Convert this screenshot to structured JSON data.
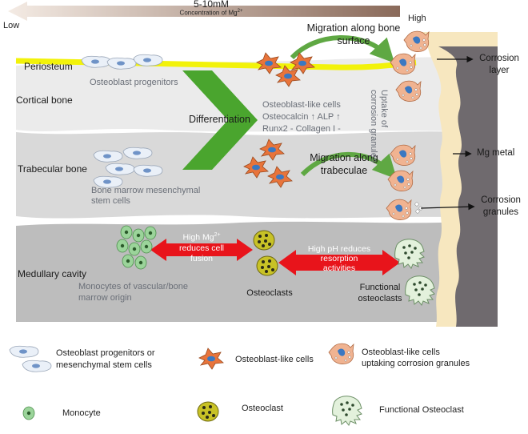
{
  "gradient": {
    "low": "Low",
    "high": "High",
    "range": "5-10mM",
    "concentration": "Concentration of Mg",
    "concentration_sup": "2+"
  },
  "layers": {
    "periosteum": "Periosteum",
    "cortical": "Cortical bone",
    "trabecular": "Trabecular bone",
    "medullary": "Medullary cavity"
  },
  "cells": {
    "osteoblast_progenitors": "Osteoblast progenitors",
    "bmsc_line1": "Bone marrow mesenchymal",
    "bmsc_line2": "stem cells",
    "monocytes_line1": "Monocytes of  vascular/bone",
    "monocytes_line2": "marrow origin",
    "osteoclasts": "Osteoclasts",
    "functional_line1": "Functional",
    "functional_line2": "osteoclasts"
  },
  "process": {
    "differentiation": "Differentiation",
    "markers_line1": "Osteoblast-like cells",
    "markers_line2": "Osteocalcin ↑ ALP ↑",
    "markers_line3": "Runx2 - Collagen I -",
    "migration_bone_line1": "Migration along bone",
    "migration_bone_line2": "surface",
    "migration_trab_line1": "Migration along",
    "migration_trab_line2": "trabeculae",
    "uptake_line1": "Uptake of",
    "uptake_line2": "corrosion granules",
    "high_mg_line1": "High Mg",
    "high_mg_sup": "2+",
    "high_mg_line2": "reduces cell",
    "high_mg_line3": "fusion",
    "high_ph_line1": "High pH reduces",
    "high_ph_line2": "resorption",
    "high_ph_line3": "activities"
  },
  "implant": {
    "corrosion_layer_line1": "Corrosion",
    "corrosion_layer_line2": "layer",
    "mg_metal": "Mg metal",
    "granules_line1": "Corrosion",
    "granules_line2": "granules"
  },
  "legend": {
    "progenitors_line1": "Osteoblast progenitors or",
    "progenitors_line2": "mesenchymal stem cells",
    "osteoblast_like": "Osteoblast-like cells",
    "uptaking_line1": "Osteoblast-like cells",
    "uptaking_line2": "uptaking corrosion granules",
    "monocyte": "Monocyte",
    "osteoclast": "Osteoclast",
    "functional": "Functional Osteoclast"
  },
  "colors": {
    "periosteum": "#f2f20a",
    "differentiation_arrow": "#4aa52e",
    "osteoblast": "#e8743b",
    "monocyte": "#9bd49a",
    "osteoclast": "#c8c226",
    "functional_osteoclast": "#e3f1dc",
    "red_arrow": "#e8141b",
    "mg_metal": "#6f6a6e",
    "corrosion_layer": "#f7e7bf"
  }
}
